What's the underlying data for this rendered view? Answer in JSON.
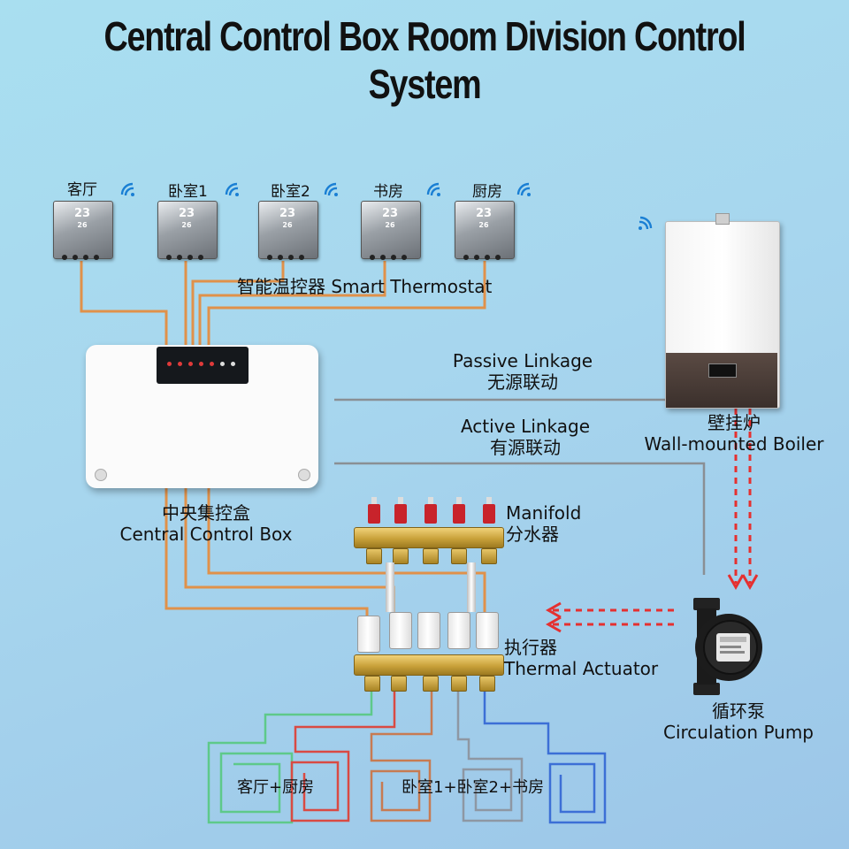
{
  "title": "Central Control Box Room Division Control System",
  "rooms": [
    {
      "label": "客厅"
    },
    {
      "label": "卧室1"
    },
    {
      "label": "卧室2"
    },
    {
      "label": "书房"
    },
    {
      "label": "厨房"
    }
  ],
  "thermostat": {
    "display_temp": "23",
    "display_sub": "26",
    "label": "智能温控器 Smart Thermostat"
  },
  "central_box": {
    "label_cn": "中央集控盒",
    "label_en": "Central Control Box"
  },
  "boiler": {
    "label_cn": "壁挂炉",
    "label_en": "Wall-mounted Boiler"
  },
  "linkage": {
    "passive_en": "Passive Linkage",
    "passive_cn": "无源联动",
    "active_en": "Active Linkage",
    "active_cn": "有源联动"
  },
  "manifold": {
    "label_en": "Manifold",
    "label_cn": "分水器"
  },
  "actuator": {
    "label_cn": "执行器",
    "label_en": "Thermal Actuator"
  },
  "pump": {
    "label_cn": "循环泵",
    "label_en": "Circulation Pump"
  },
  "zones": {
    "zone_a": "客厅+厨房",
    "zone_b": "卧室1+卧室2+书房"
  },
  "colors": {
    "wire": "#e0914a",
    "signal": "#e53030",
    "link_line": "#8a8f94",
    "loop_green": "#5ec98a",
    "loop_red": "#d94a43",
    "loop_copper": "#c77b52",
    "loop_grey": "#8e97a3",
    "loop_blue": "#3c6fd6",
    "wifi": "#1a7fd4"
  }
}
